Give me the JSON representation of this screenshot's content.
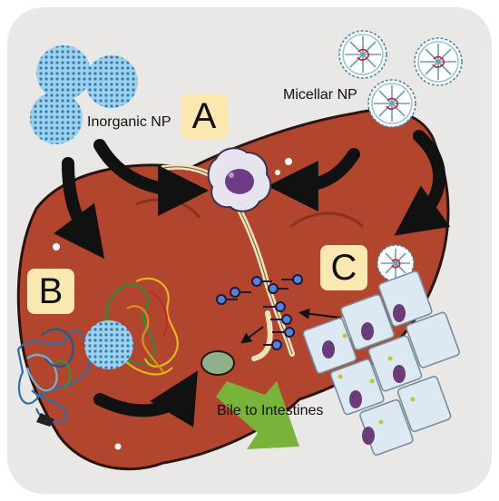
{
  "labels": {
    "a": "A",
    "b": "B",
    "c": "C",
    "inorganic_np": "Inorganic NP",
    "micellar_np": "Micellar NP",
    "bile": "Bile to Intestines"
  },
  "colors": {
    "background": "#ffffff",
    "panel": "#e9e8e6",
    "liver": "#b2452d",
    "liver_outline": "#2a1410",
    "label_box": "#fbe7b0",
    "arrow": "#111111",
    "bile_arrow": "#7ab33a",
    "inorganic_np": "#7bb7dc",
    "micellar_np": "#4e86a3",
    "hepatocyte": "#dde9f2",
    "nucleus": "#6b3c7a",
    "kupffer_cell": "#6c3d86",
    "receptor": "#5a7fd6"
  },
  "icons": [
    "inorganic-nanoparticle-icon",
    "micellar-nanoparticle-icon",
    "kupffer-cell-icon",
    "protein-corona-icon",
    "hepatocyte-cluster-icon",
    "bile-arrow-icon"
  ]
}
